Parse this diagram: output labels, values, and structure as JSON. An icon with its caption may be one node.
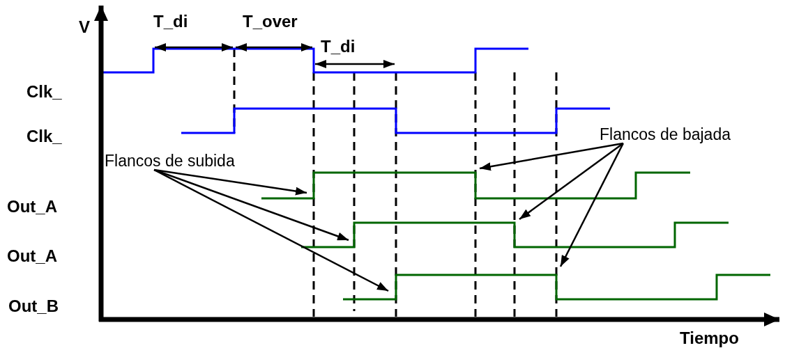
{
  "diagram": {
    "nodes": [
      {
        "text": [
          "Flancos de subida"
        ]
      },
      {
        "text": [
          "Flancos de bajada"
        ]
      }
    ],
    "edges": [
      {
        "from": 0,
        "to": null,
        "arrow": "to"
      },
      {
        "from": 0,
        "to": null,
        "arrow": "to"
      },
      {
        "from": 0,
        "to": null,
        "arrow": "to"
      },
      {
        "from": 1,
        "to": null,
        "arrow": "to"
      },
      {
        "from": 1,
        "to": null,
        "arrow": "to"
      },
      {
        "from": 1,
        "to": null,
        "arrow": "to"
      }
    ],
    "labels": [
      "V",
      "T_di",
      "T_over",
      "Clk_",
      "T_di",
      "Clk_",
      "Out_A",
      "Out_A",
      "Out_B",
      "Tiempo"
    ]
  }
}
